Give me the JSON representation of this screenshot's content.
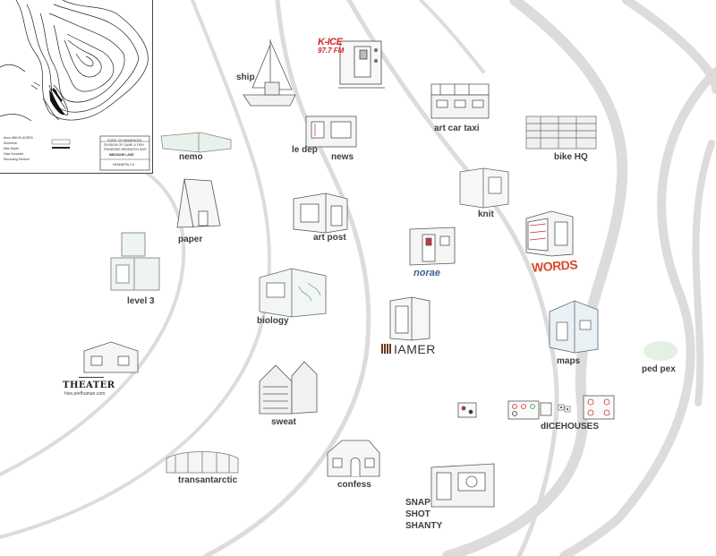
{
  "map": {
    "road_color": "#dcdcdc",
    "background": "#ffffff"
  },
  "inset_map": {
    "title_block": [
      "STATE OF MINNESOTA",
      "DIVISION OF GAME & FISH",
      "FISHERIES RESEARCH UNIT",
      "MEDICINE LAKE",
      "HENNEPIN CO"
    ],
    "notes": [
      "Area: 886.90 ACRES",
      "Shoreline:",
      "Max Depth",
      "Date Sounded",
      "Recording Method"
    ]
  },
  "shanties": [
    {
      "id": "ship",
      "label": "ship"
    },
    {
      "id": "k-ice",
      "label": "",
      "logo": [
        "K-ICE",
        "97.7 FM"
      ]
    },
    {
      "id": "art-car-taxi",
      "label": "art car taxi"
    },
    {
      "id": "nemo",
      "label": "nemo"
    },
    {
      "id": "le-dep",
      "label": "le dep"
    },
    {
      "id": "news",
      "label": "news"
    },
    {
      "id": "bike-hq",
      "label": "bike HQ"
    },
    {
      "id": "paper",
      "label": "paper"
    },
    {
      "id": "art-post",
      "label": "art post"
    },
    {
      "id": "knit",
      "label": "knit"
    },
    {
      "id": "norae",
      "label": "",
      "logo": "norae"
    },
    {
      "id": "words",
      "label": "",
      "logo": "WORDS"
    },
    {
      "id": "level-3",
      "label": "level 3"
    },
    {
      "id": "biology",
      "label": "biology"
    },
    {
      "id": "iamer",
      "label": "",
      "logo": "IAMER"
    },
    {
      "id": "maps",
      "label": "maps"
    },
    {
      "id": "ped-pex",
      "label": "ped pex"
    },
    {
      "id": "theater",
      "label": "",
      "logo": [
        "THEATER",
        "hive.perfhaman.com"
      ]
    },
    {
      "id": "sweat",
      "label": "sweat"
    },
    {
      "id": "dicehouses",
      "label": "dICEHOUSES"
    },
    {
      "id": "transantarctic",
      "label": "transantarctic"
    },
    {
      "id": "confess",
      "label": "confess"
    },
    {
      "id": "snap-shot-shanty",
      "label": "",
      "label_lines": [
        "SNAP",
        "SHOT",
        "SHANTY"
      ]
    }
  ]
}
